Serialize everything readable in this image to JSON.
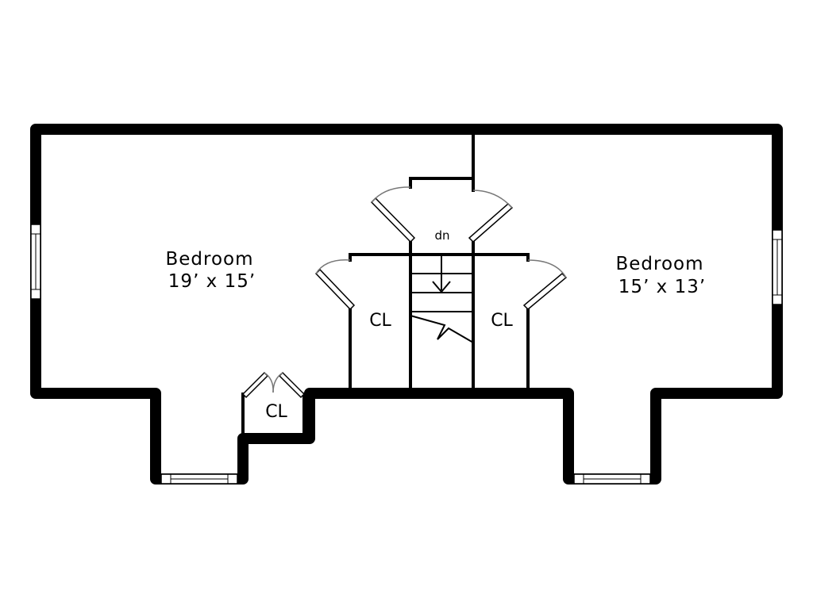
{
  "floorplan": {
    "rooms": [
      {
        "name": "Bedroom",
        "dimensions": "19’ x 15’"
      },
      {
        "name": "Bedroom",
        "dimensions": "15’ x 13’"
      }
    ],
    "closets": [
      "CL",
      "CL",
      "CL"
    ],
    "stair_label": "dn"
  }
}
